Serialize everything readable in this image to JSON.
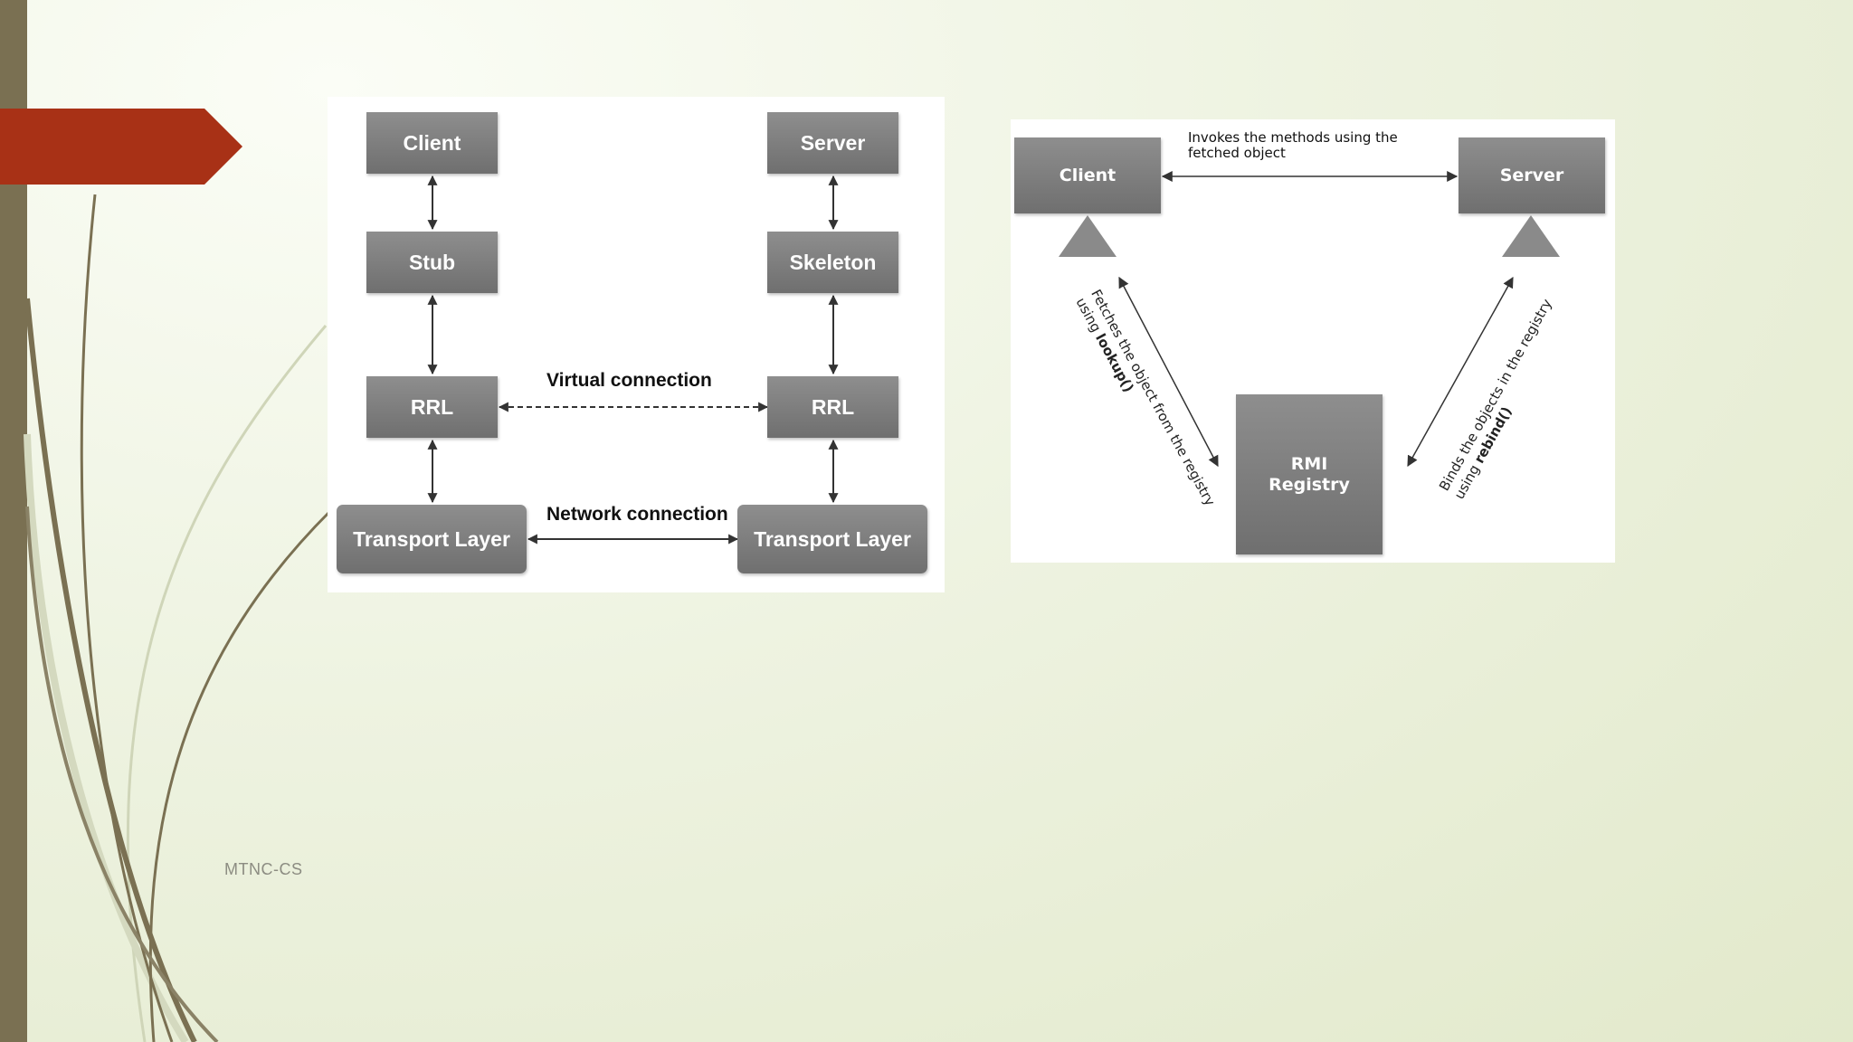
{
  "colors": {
    "sidebar": "#7a7052",
    "banner": "#a83116",
    "background": "#e7edd5"
  },
  "left_diagram": {
    "client": "Client",
    "server": "Server",
    "stub": "Stub",
    "skeleton": "Skeleton",
    "rrl_left": "RRL",
    "rrl_right": "RRL",
    "transport_left": "Transport Layer",
    "transport_right": "Transport Layer",
    "virtual_connection": "Virtual connection",
    "network_connection": "Network connection"
  },
  "right_diagram": {
    "client": "Client",
    "server": "Server",
    "registry": "RMI\nRegistry",
    "invokes": "Invokes the methods using the\nfetched object",
    "fetch_line1": "Fetches the object from the registry",
    "fetch_line2_prefix": "using ",
    "fetch_method": "lookup()",
    "bind_line1": "Binds the objects in the registry",
    "bind_line2_prefix": "using ",
    "bind_method": "rebind()"
  },
  "footer": "MTNC-CS"
}
